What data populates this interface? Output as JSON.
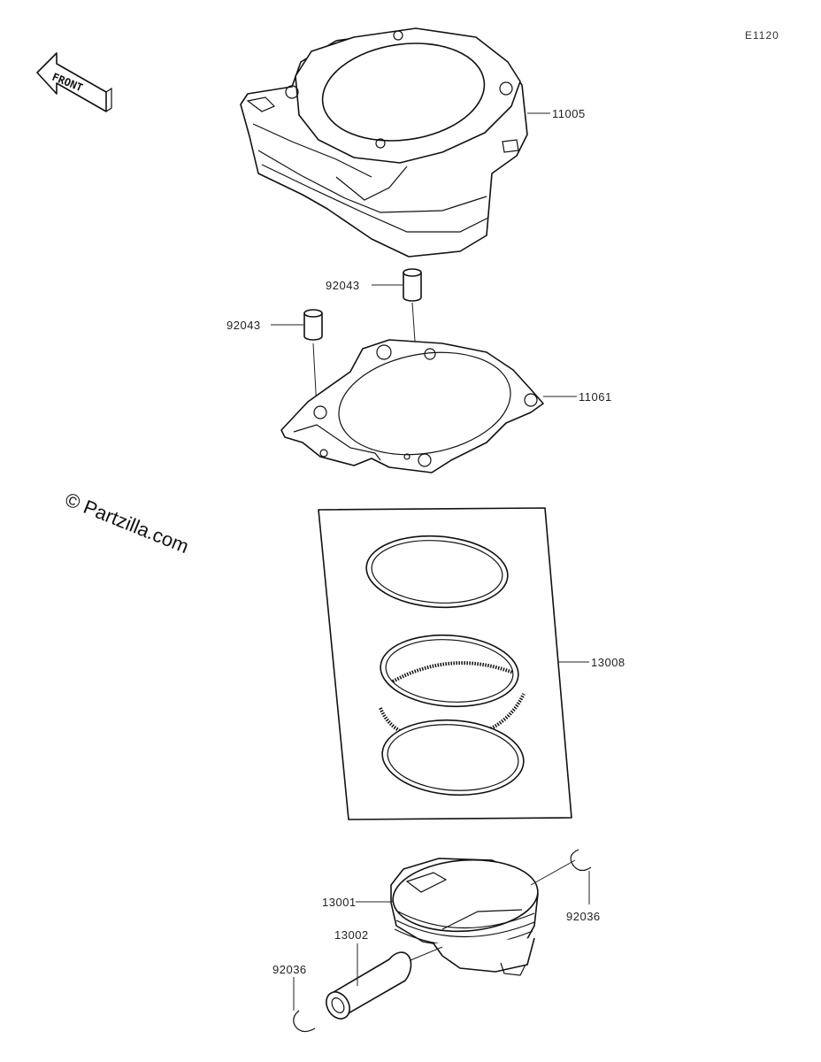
{
  "diagram": {
    "ref_code": "E1120",
    "watermark": "© Partzilla.com",
    "front_label": "FRONT",
    "parts": [
      {
        "id": "cylinder",
        "number": "11005"
      },
      {
        "id": "dowel-pin-right",
        "number": "92043"
      },
      {
        "id": "dowel-pin-left",
        "number": "92043"
      },
      {
        "id": "cylinder-gasket",
        "number": "11061"
      },
      {
        "id": "piston-ring-set",
        "number": "13008"
      },
      {
        "id": "piston",
        "number": "13001"
      },
      {
        "id": "circlip-right",
        "number": "92036"
      },
      {
        "id": "piston-pin",
        "number": "13002"
      },
      {
        "id": "circlip-left",
        "number": "92036"
      }
    ]
  }
}
